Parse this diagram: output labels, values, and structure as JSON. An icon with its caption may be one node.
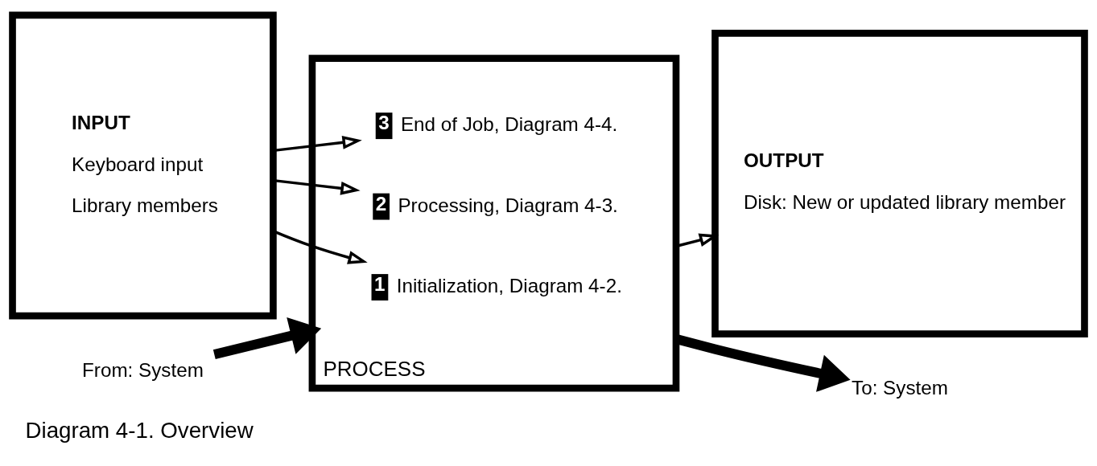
{
  "diagram": {
    "caption": "Diagram 4-1. Overview",
    "nodes": [
      {
        "text": [
          "INPUT",
          "Keyboard input",
          "Library members"
        ]
      },
      {
        "text": [
          "PROCESS"
        ]
      },
      {
        "text": [
          "1",
          "Initialization, Diagram 4-2."
        ],
        "in": 1
      },
      {
        "text": [
          "2",
          "Processing, Diagram 4-3."
        ],
        "in": 1
      },
      {
        "text": [
          "3",
          "End of Job, Diagram 4-4."
        ],
        "in": 1
      },
      {
        "text": [
          "OUTPUT",
          "Disk: New or updated library member"
        ]
      },
      {
        "text": [
          "From: System"
        ]
      },
      {
        "text": [
          "To: System"
        ]
      }
    ],
    "edges": [
      {
        "from": 6,
        "to": 1,
        "arrow": "to",
        "style": "thick"
      },
      {
        "from": 0,
        "to": 2,
        "arrow": "to"
      },
      {
        "from": 0,
        "to": 3,
        "arrow": "to"
      },
      {
        "from": 0,
        "to": 4,
        "arrow": "to"
      },
      {
        "from": 1,
        "to": 5,
        "arrow": "to"
      },
      {
        "from": 1,
        "to": 7,
        "arrow": "to",
        "style": "thick"
      }
    ]
  }
}
